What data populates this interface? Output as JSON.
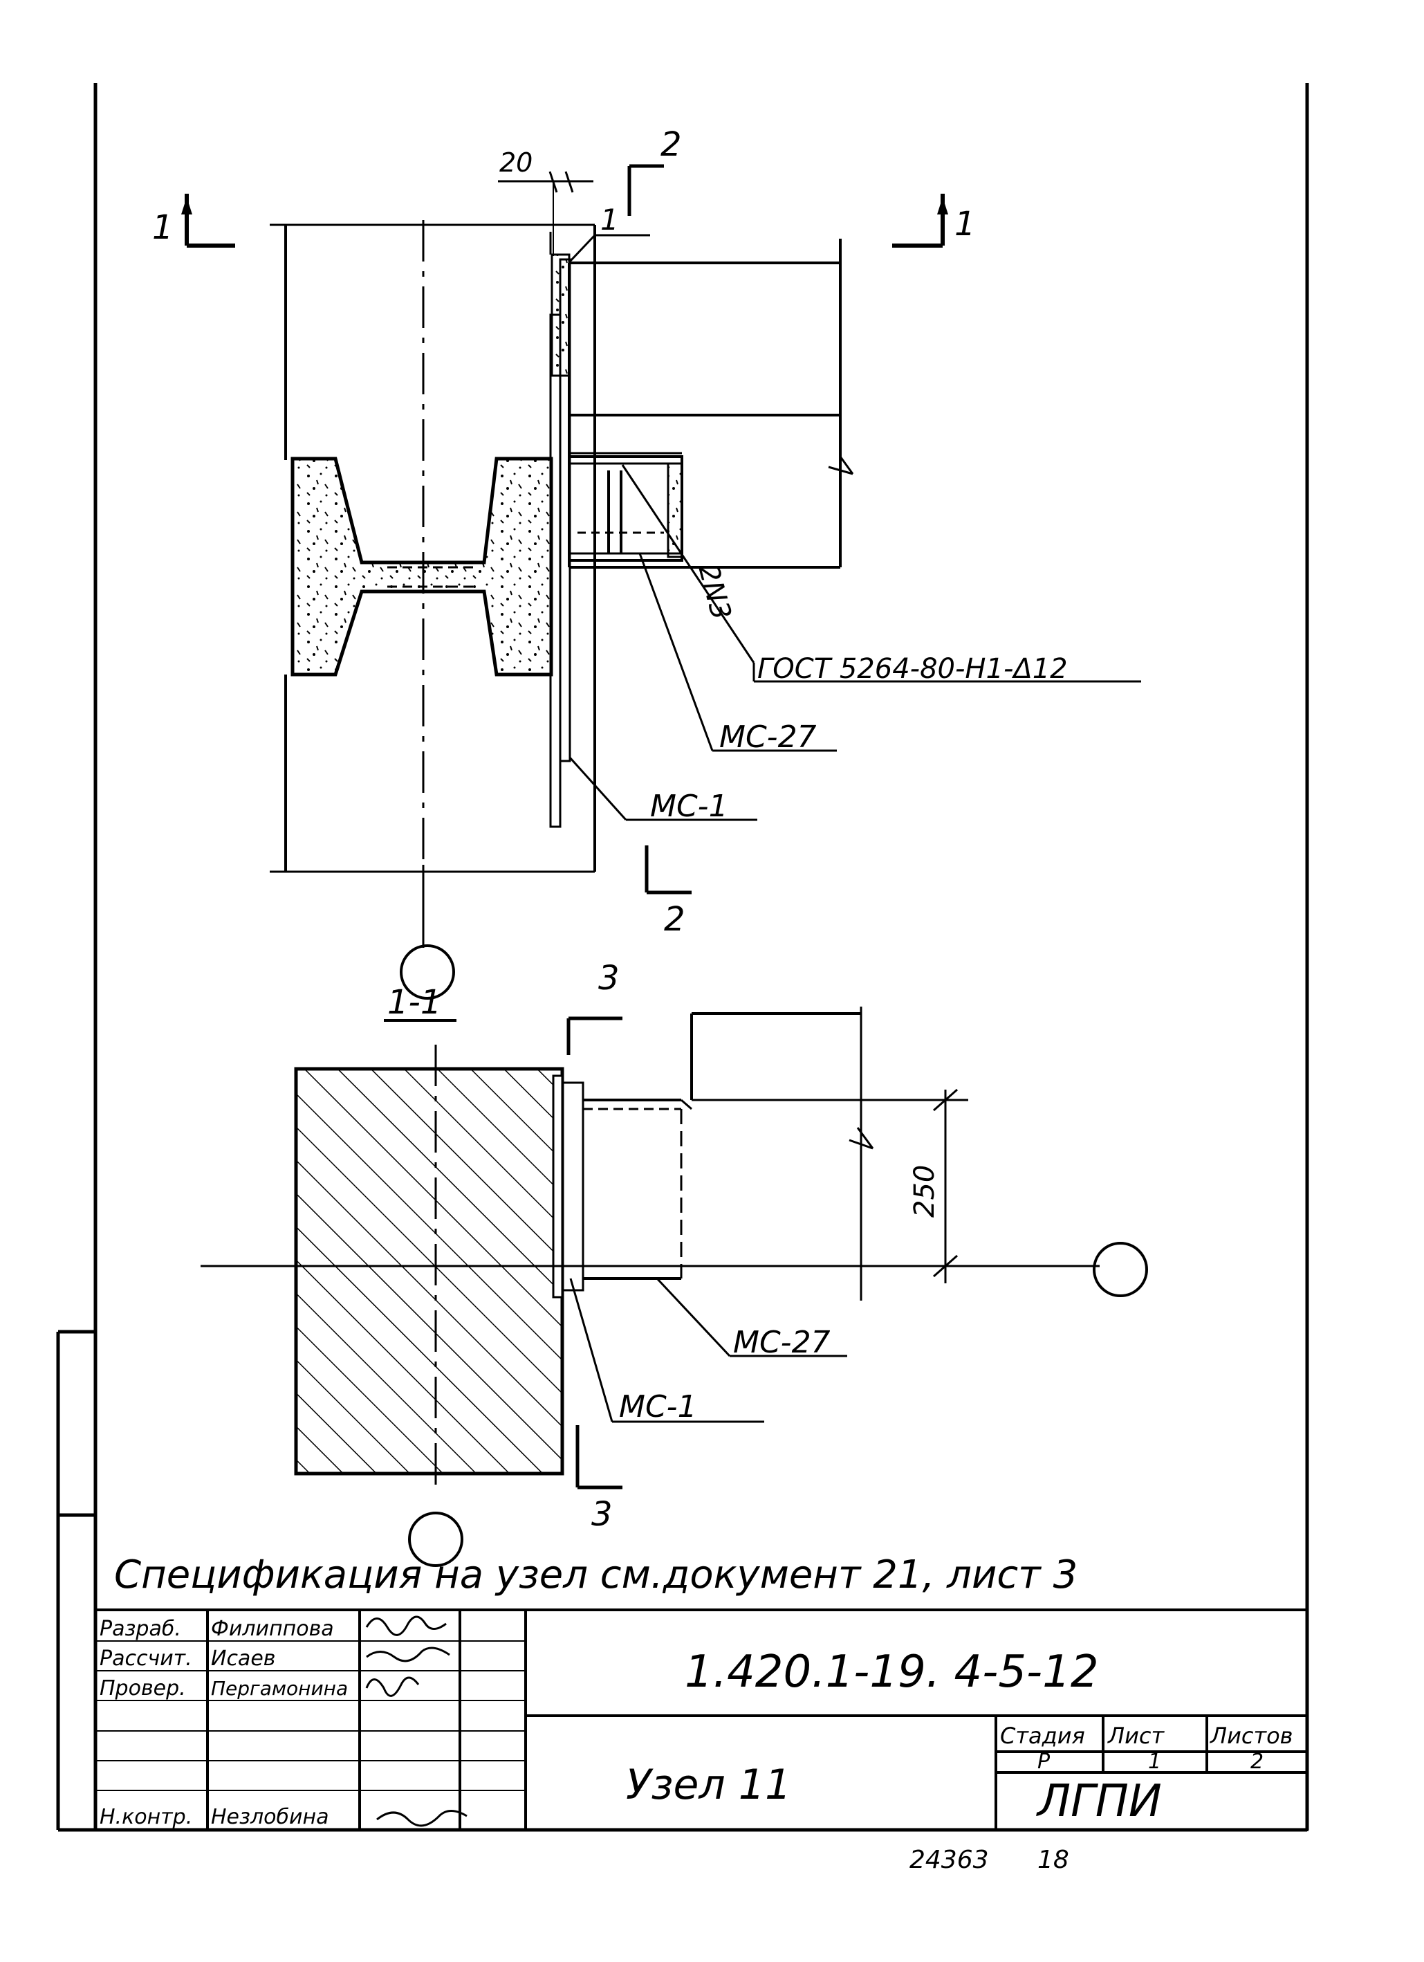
{
  "section_marks": {
    "s1_left": "1",
    "s1_right": "1",
    "s2_top": "2",
    "s2_bottom": "2",
    "s3_top": "3",
    "s3_bottom": "3"
  },
  "plan_view": {
    "dim_20": "20",
    "leader_1": "1",
    "weld_count": "2N3",
    "weld_gost": "ГОСТ 5264-80-Н1-Δ12",
    "callout_mc27": "МС-27",
    "callout_mc1": "МС-1"
  },
  "section_1_1": {
    "title": "1-1",
    "dim_250": "250",
    "callout_mc27": "МС-27",
    "callout_mc1": "МС-1"
  },
  "spec_note": "Спецификация на узел см.документ 21, лист 3",
  "title_block": {
    "roles": [
      "Разраб.",
      "Рассчит.",
      "Провер.",
      "",
      "",
      "",
      "Н.контр."
    ],
    "names": [
      "Филиппова",
      "Исаев",
      "Пергамонина",
      "",
      "",
      "",
      "Незлобина"
    ],
    "doc_code": "1.420.1-19. 4-5-12",
    "node_title": "Узел 11",
    "stage_label": "Стадия",
    "sheet_label": "Лист",
    "sheets_label": "Листов",
    "stage": "Р",
    "sheet": "1",
    "sheets": "2",
    "org": "ЛГПИ"
  },
  "footer": {
    "archive_no": "24363",
    "page": "18"
  }
}
